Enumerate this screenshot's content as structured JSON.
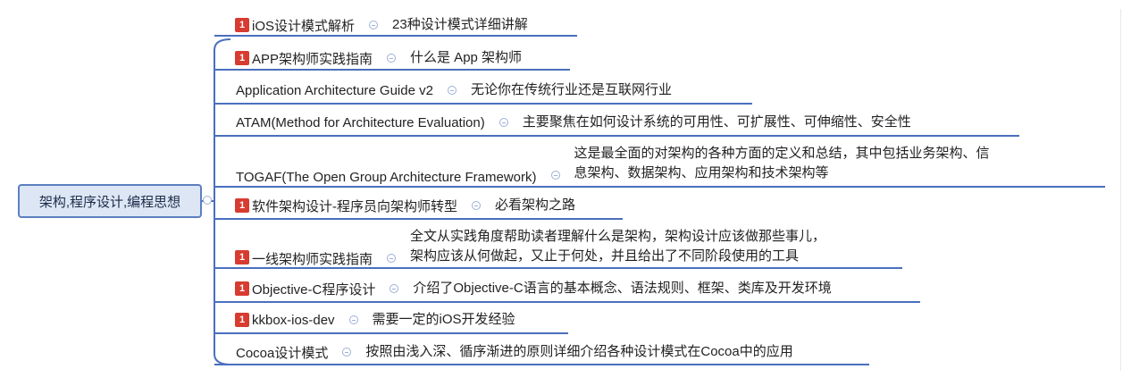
{
  "root": {
    "label": "架构,程序设计,编程思想"
  },
  "flag_label": "1",
  "colors": {
    "line": "#4a6fbd",
    "root_bg": "#dde6f4",
    "flag": "#d83b30"
  },
  "nodes": [
    {
      "label": "iOS设计模式解析",
      "flag": true,
      "desc": [
        "23种设计模式详细讲解"
      ]
    },
    {
      "label": "APP架构师实践指南",
      "flag": true,
      "desc": [
        "什么是 App 架构师"
      ]
    },
    {
      "label": "Application Architecture Guide v2",
      "flag": false,
      "desc": [
        "无论你在传统行业还是互联网行业"
      ]
    },
    {
      "label": "ATAM(Method for Architecture Evaluation)",
      "flag": false,
      "desc": [
        "主要聚焦在如何设计系统的可用性、可扩展性、可伸缩性、安全性"
      ]
    },
    {
      "label": "TOGAF(The Open Group Architecture Framework)",
      "flag": false,
      "desc": [
        "这是最全面的对架构的各种方面的定义和总结，其中包括业务架构、信",
        "息架构、数据架构、应用架构和技术架构等"
      ]
    },
    {
      "label": "软件架构设计-程序员向架构师转型",
      "flag": true,
      "desc": [
        "必看架构之路"
      ]
    },
    {
      "label": "一线架构师实践指南",
      "flag": true,
      "desc": [
        "全文从实践角度帮助读者理解什么是架构，架构设计应该做那些事儿，",
        "架构应该从何做起，又止于何处，并且给出了不同阶段使用的工具"
      ]
    },
    {
      "label": "Objective-C程序设计",
      "flag": true,
      "desc": [
        "介绍了Objective-C语言的基本概念、语法规则、框架、类库及开发环境"
      ]
    },
    {
      "label": "kkbox-ios-dev",
      "flag": true,
      "desc": [
        "需要一定的iOS开发经验"
      ]
    },
    {
      "label": "Cocoa设计模式",
      "flag": false,
      "desc": [
        "按照由浅入深、循序渐进的原则详细介绍各种设计模式在Cocoa中的应用"
      ]
    }
  ]
}
